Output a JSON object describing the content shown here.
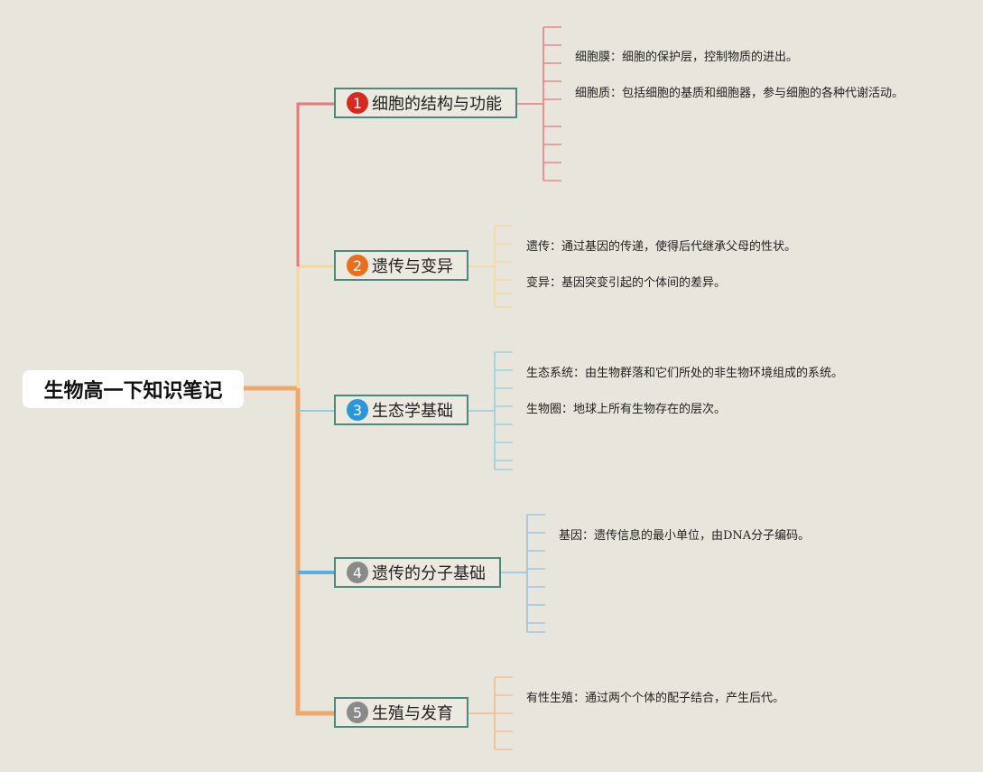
{
  "root": {
    "title": "生物高一下知识笔记"
  },
  "branches": [
    {
      "num": "1",
      "label": "细胞的结构与功能",
      "badge_color": "#d42a1f",
      "line_color": "#e8777a",
      "items": [
        "细胞膜：细胞的保护层，控制物质的进出。",
        "细胞质：包括细胞的基质和细胞器，参与细胞的各种代谢活动。"
      ]
    },
    {
      "num": "2",
      "label": "遗传与变异",
      "badge_color": "#e6701e",
      "line_color": "#f5d99a",
      "items": [
        "遗传：通过基因的传递，使得后代继承父母的性状。",
        "变异：基因突变引起的个体间的差异。"
      ]
    },
    {
      "num": "3",
      "label": "生态学基础",
      "badge_color": "#2a97d8",
      "line_color": "#8fcde0",
      "items": [
        "生态系统：由生物群落和它们所处的非生物环境组成的系统。",
        "生物圈：地球上所有生物存在的层次。"
      ]
    },
    {
      "num": "4",
      "label": "遗传的分子基础",
      "badge_color": "#8a8a8a",
      "line_color": "#8fc3e6",
      "items": [
        "基因：遗传信息的最小单位，由DNA分子编码。"
      ]
    },
    {
      "num": "5",
      "label": "生殖与发育",
      "badge_color": "#8a8a8a",
      "line_color": "#f3b887",
      "items": [
        "有性生殖：通过两个个体的配子结合，产生后代。"
      ]
    }
  ]
}
